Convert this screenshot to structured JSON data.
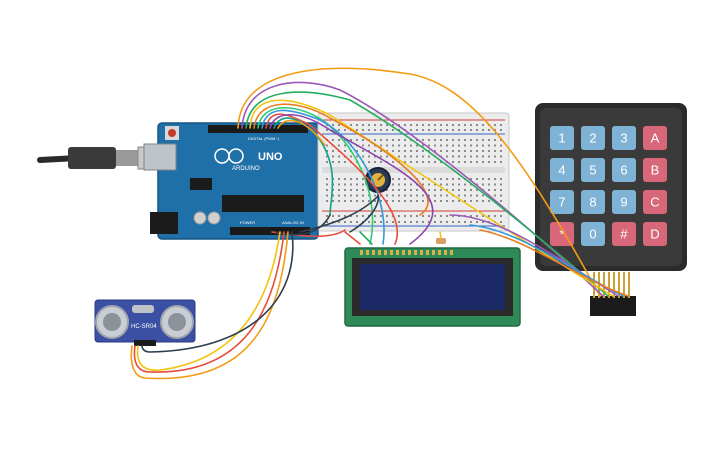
{
  "arduino": {
    "brand": "ARDUINO",
    "model": "UNO",
    "power_label": "POWER",
    "analog_label": "ANALOG IN",
    "digital_label": "DIGITAL (PWM~)"
  },
  "sensor": {
    "label": "HC-SR04"
  },
  "keypad": {
    "keys": [
      {
        "label": "1",
        "kind": "num"
      },
      {
        "label": "2",
        "kind": "num"
      },
      {
        "label": "3",
        "kind": "num"
      },
      {
        "label": "A",
        "kind": "fn"
      },
      {
        "label": "4",
        "kind": "num"
      },
      {
        "label": "5",
        "kind": "num"
      },
      {
        "label": "6",
        "kind": "num"
      },
      {
        "label": "B",
        "kind": "fn"
      },
      {
        "label": "7",
        "kind": "num"
      },
      {
        "label": "8",
        "kind": "num"
      },
      {
        "label": "9",
        "kind": "num"
      },
      {
        "label": "C",
        "kind": "fn"
      },
      {
        "label": "*",
        "kind": "fn"
      },
      {
        "label": "0",
        "kind": "num"
      },
      {
        "label": "#",
        "kind": "fn"
      },
      {
        "label": "D",
        "kind": "fn"
      }
    ]
  },
  "colors": {
    "arduino_board": "#1f6fa8",
    "lcd_pcb": "#2e8b57",
    "lcd_screen": "#1b2a66",
    "breadboard": "#ececec",
    "keypad_body": "#2b2b2b",
    "key_num": "#7fb3d5",
    "key_fn": "#d9677a",
    "sensor_pcb": "#3b4fa3"
  }
}
